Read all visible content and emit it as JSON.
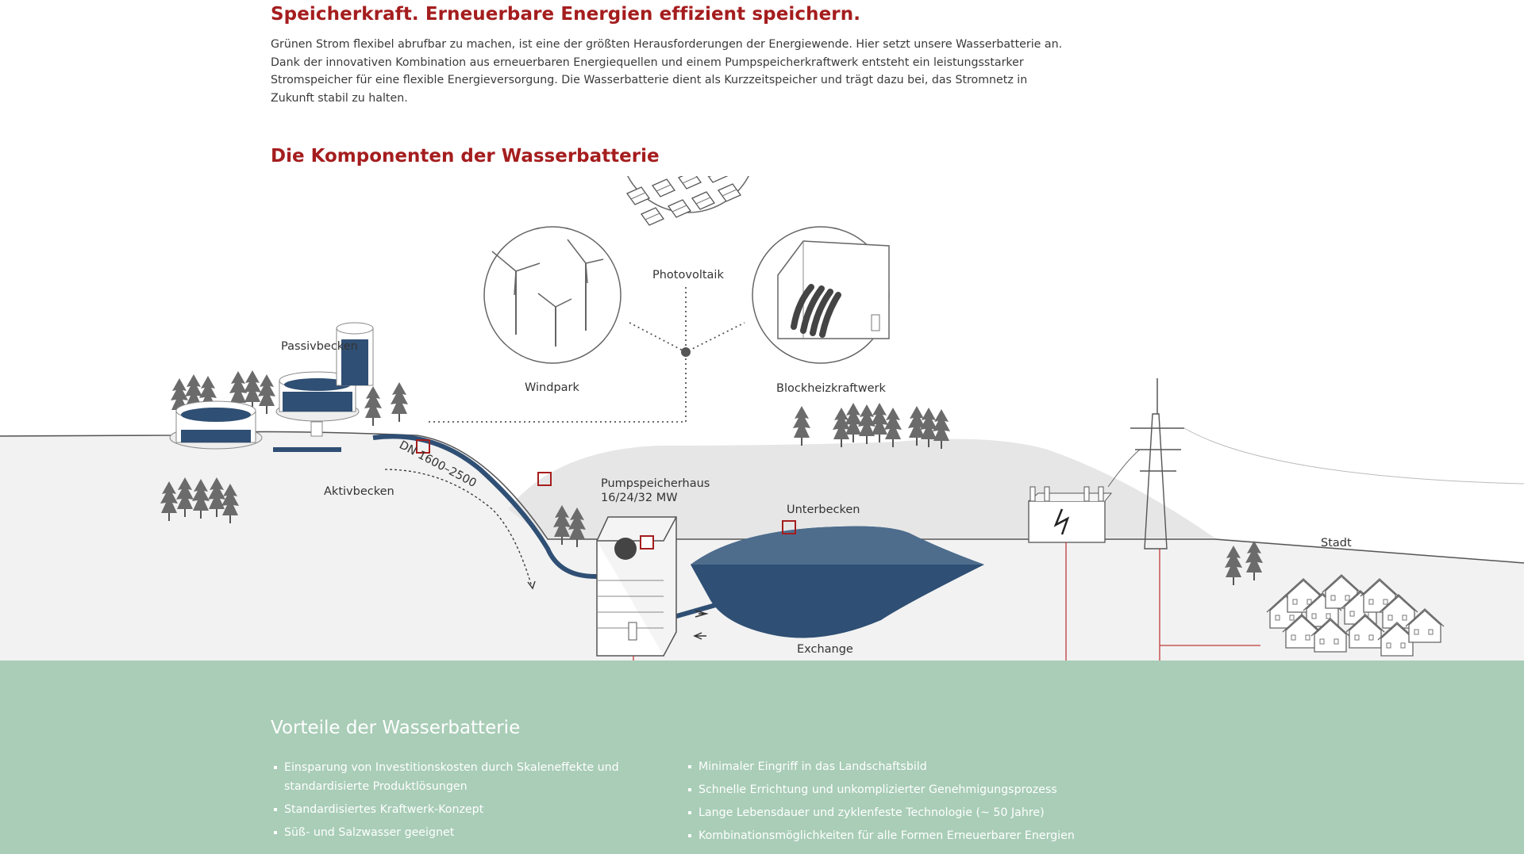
{
  "intro": {
    "title": "Speicherkraft. Erneuerbare Energien effizient speichern.",
    "text": "Grünen Strom flexibel abrufbar zu machen, ist eine der größten Herausforderungen der Energiewende. Hier setzt unsere Wasserbatterie an. Dank der innovativen Kombination aus erneuerbaren Energiequellen und einem Pumpspeicherkraftwerk entsteht ein leistungsstarker Stromspeicher für eine flexible Energieversorgung. Die Wasserbatterie dient als Kurzzeitspeicher und trägt dazu bei, das Stromnetz in Zukunft stabil zu halten."
  },
  "diagram": {
    "title": "Die Komponenten der Wasserbatterie",
    "labels": {
      "photovoltaik": "Photovoltaik",
      "windpark": "Windpark",
      "blockheizkraftwerk": "Blockheizkraftwerk",
      "passivbecken": "Passivbecken",
      "aktivbecken": "Aktivbecken",
      "dn": "DN 1600–2500",
      "pumpspeicherhaus_1": "Pumpspeicherhaus",
      "pumpspeicherhaus_2": "16/24/32 MW",
      "unterbecken": "Unterbecken",
      "exchange": "Exchange",
      "stadt": "Stadt"
    },
    "colors": {
      "water": "#2f4f74",
      "accent": "#a51d1e",
      "ground": "#f2f2f2",
      "hill": "#e7e7e7"
    }
  },
  "benefits": {
    "title": "Vorteile der Wasserbatterie",
    "left": [
      "Einsparung von Investitionskosten durch Skaleneffekte und standardisierte Produktlösungen",
      "Standardisiertes Kraftwerk-Konzept",
      "Süß- und Salzwasser geeignet"
    ],
    "right": [
      "Minimaler Eingriff in das Landschaftsbild",
      "Schnelle Errichtung und unkomplizierter Genehmigungsprozess",
      "Lange Lebensdauer und zyklenfeste Technologie (~ 50 Jahre)",
      "Kombinationsmöglichkeiten für alle Formen Erneuerbarer Energien"
    ]
  }
}
